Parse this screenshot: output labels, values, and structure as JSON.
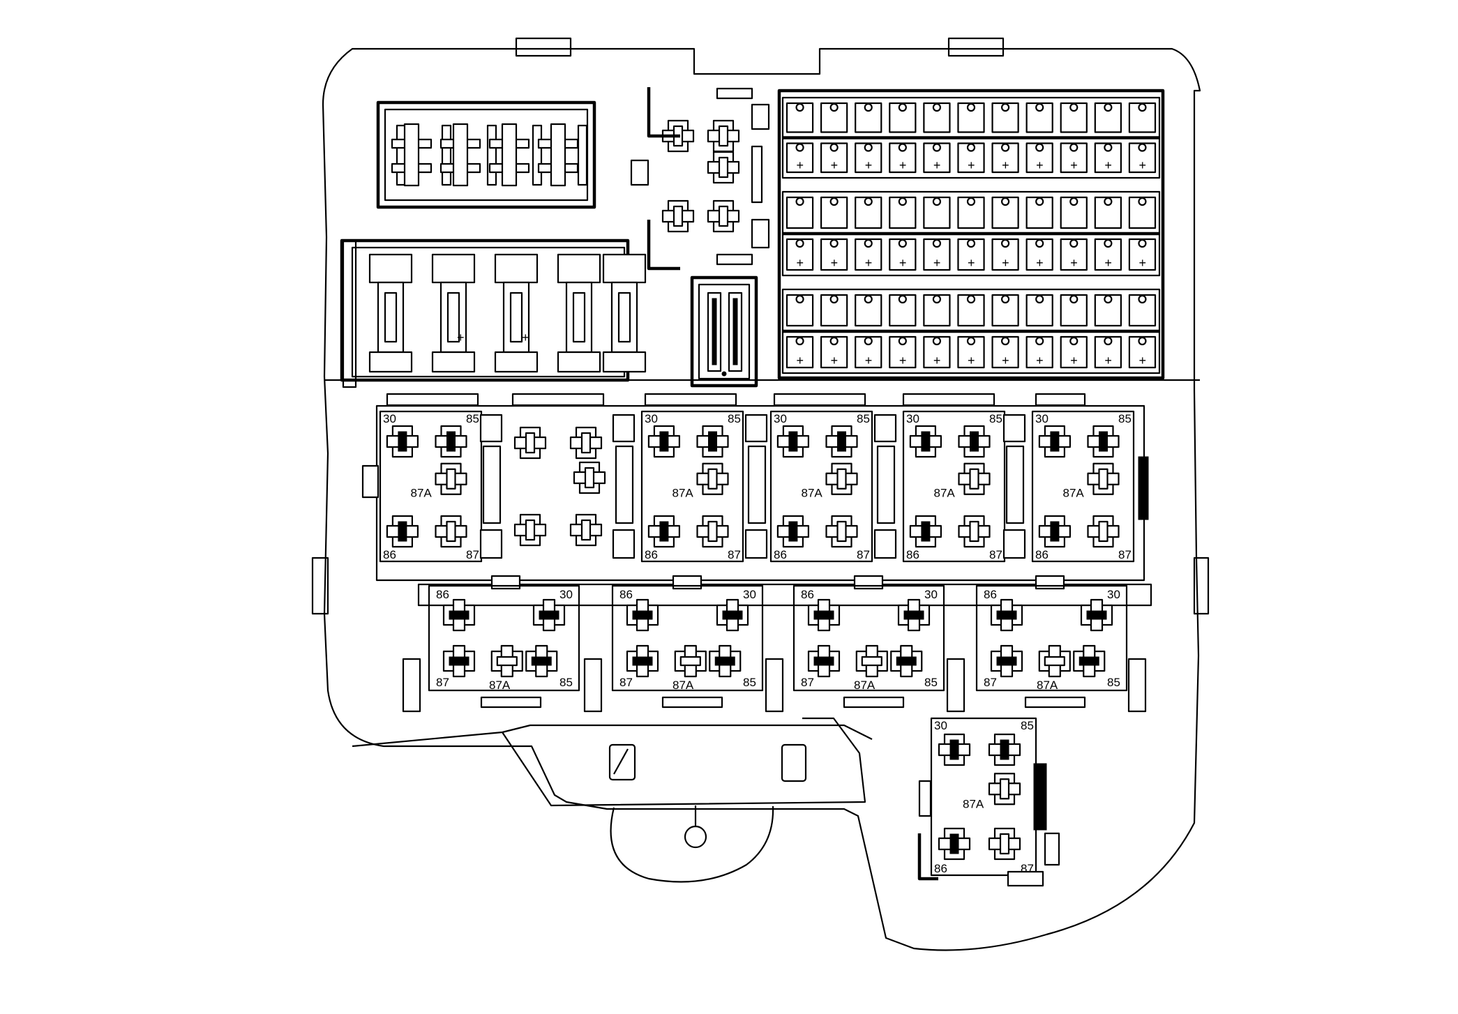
{
  "diagram": {
    "subject": "fuse-relay-box",
    "stroke_color": "#000000",
    "background_color": "#ffffff",
    "relay_terminal_labels": {
      "t30": "30",
      "t85": "85",
      "t86": "86",
      "t87": "87",
      "t87a": "87A"
    },
    "fuse_plus_sign": "+"
  }
}
